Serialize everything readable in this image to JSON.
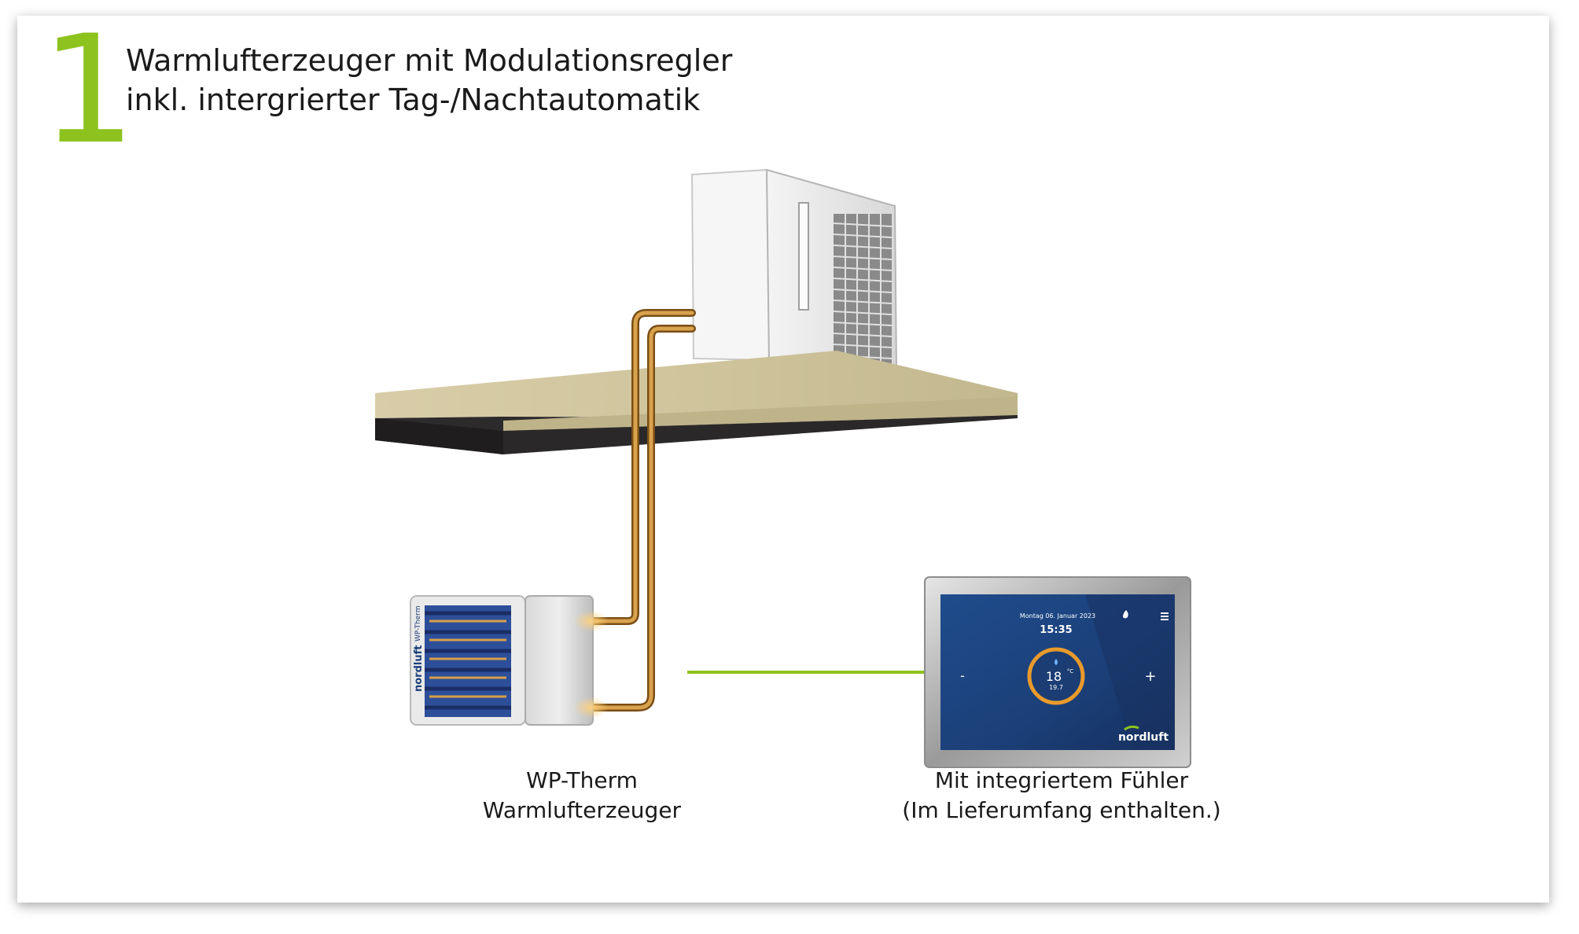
{
  "step": {
    "number": "1"
  },
  "headline": {
    "line1": "Warmlufterzeuger mit Modulationsregler",
    "line2": "inkl. intergrierter Tag-/Nachtautomatik"
  },
  "heater": {
    "brand": "nordluft",
    "model": "WP-Therm",
    "caption_line1": "WP-Therm",
    "caption_line2": "Warmlufterzeuger"
  },
  "thermostat": {
    "date": "Montag 06. Januar 2023",
    "time": "15:35",
    "temperature": "18",
    "unit": "°C",
    "actual": "19.7",
    "minus": "-",
    "plus": "+",
    "brand": "nordluft",
    "caption_line1": "Mit integriertem Fühler",
    "caption_line2": "(Im Lieferumfang enthalten.)"
  },
  "colors": {
    "accent_green": "#8dc21f",
    "pipe_copper": "#b07a2a",
    "screen_blue": "#1c3f7a",
    "ring_orange": "#e89a2c"
  }
}
